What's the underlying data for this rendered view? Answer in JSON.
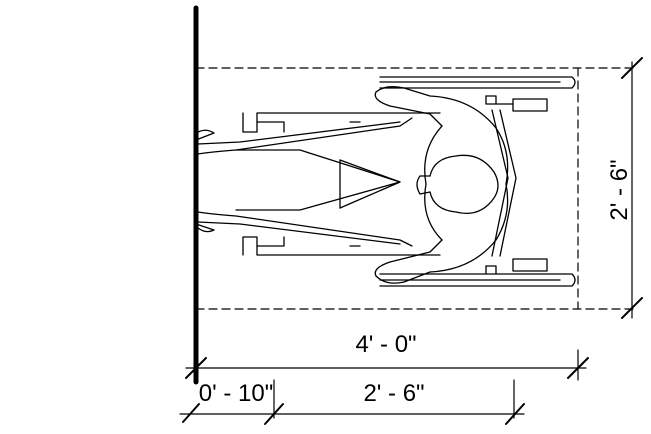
{
  "diagram": {
    "dimensions": {
      "depth_label": "2' - 6\"",
      "overall_length_label": "4' - 0\"",
      "knee_clearance_label": "0' - 10\"",
      "approach_length_label": "2' - 6\""
    }
  }
}
